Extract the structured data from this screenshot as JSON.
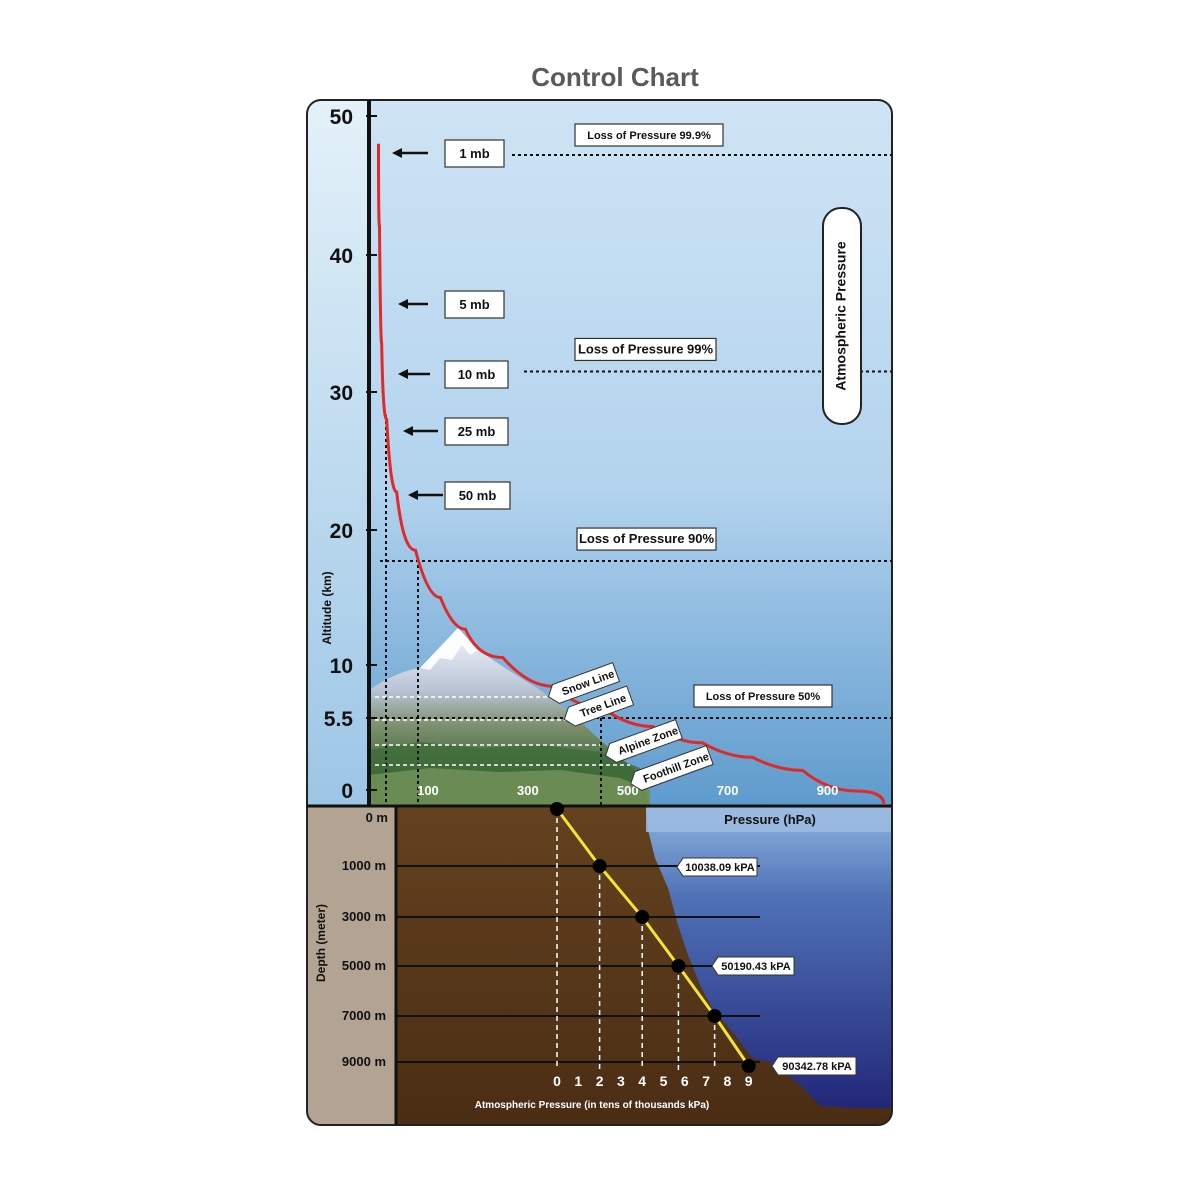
{
  "title": "Control Chart",
  "colors": {
    "curve": "#e02a2a",
    "depth_line": "#f2e534",
    "sky_top": "#cde3f3",
    "sky_bottom": "#5e9bcd",
    "ground": "#5a3a1e",
    "ocean": "#2b3a8a",
    "depth_axis_bg": "#b3a393"
  },
  "chart_data": [
    {
      "type": "line",
      "ylabel": "Altitude (km)",
      "xlabel": "Pressure (hPa)",
      "side_label": "Atmospheric Pressure",
      "y_ticks": [
        "50",
        "40",
        "30",
        "20",
        "10",
        "5.5",
        "0"
      ],
      "y_tick_values": [
        50,
        40,
        30,
        20,
        10,
        5.5,
        0
      ],
      "ylim": [
        0,
        50
      ],
      "x_ticks": [
        "100",
        "300",
        "500",
        "700",
        "900"
      ],
      "x_tick_values": [
        100,
        300,
        500,
        700,
        900
      ],
      "xlim": [
        0,
        1000
      ],
      "curve": {
        "pressure_hPa": [
          1,
          5,
          10,
          25,
          50,
          100,
          150,
          200,
          300,
          400,
          500,
          600,
          700,
          800,
          900,
          1013
        ],
        "altitude_km": [
          48,
          36,
          31,
          25,
          20.5,
          16.5,
          13.5,
          11.8,
          9.2,
          7.2,
          5.5,
          4.2,
          3.0,
          2.0,
          1.0,
          0
        ]
      },
      "pressure_markers": [
        {
          "label": "1 mb",
          "altitude_km": 47
        },
        {
          "label": "5 mb",
          "altitude_km": 36.5
        },
        {
          "label": "10 mb",
          "altitude_km": 31.5
        },
        {
          "label": "25 mb",
          "altitude_km": 27
        },
        {
          "label": "50 mb",
          "altitude_km": 22.5
        }
      ],
      "loss_levels": [
        {
          "label": "Loss of Pressure 99.9%",
          "altitude_km": 48
        },
        {
          "label": "Loss of Pressure 99%",
          "altitude_km": 31.5
        },
        {
          "label": "Loss of Pressure 90%",
          "altitude_km": 17.7
        },
        {
          "label": "Loss of Pressure 50%",
          "altitude_km": 5.5
        }
      ],
      "zones": [
        "Snow Line",
        "Tree Line",
        "Alpine Zone",
        "Foothill Zone"
      ]
    },
    {
      "type": "line",
      "ylabel": "Depth (meter)",
      "xlabel": "Atmospheric Pressure (in tens of thousands kPa)",
      "depth_ticks": [
        "0 m",
        "1000 m",
        "3000 m",
        "5000 m",
        "7000 m",
        "9000 m"
      ],
      "x_ticks": [
        "0",
        "1",
        "2",
        "3",
        "4",
        "5",
        "6",
        "7",
        "8",
        "9"
      ],
      "points": [
        {
          "x": 0,
          "depth_m": 0
        },
        {
          "x": 2,
          "depth_m": 1000
        },
        {
          "x": 4,
          "depth_m": 3000
        },
        {
          "x": 5.7,
          "depth_m": 5000
        },
        {
          "x": 7.4,
          "depth_m": 7000
        },
        {
          "x": 9,
          "depth_m": 9000
        }
      ],
      "callouts": [
        "10038.09 kPA",
        "50190.43 kPA",
        "90342.78 kPA"
      ]
    }
  ]
}
